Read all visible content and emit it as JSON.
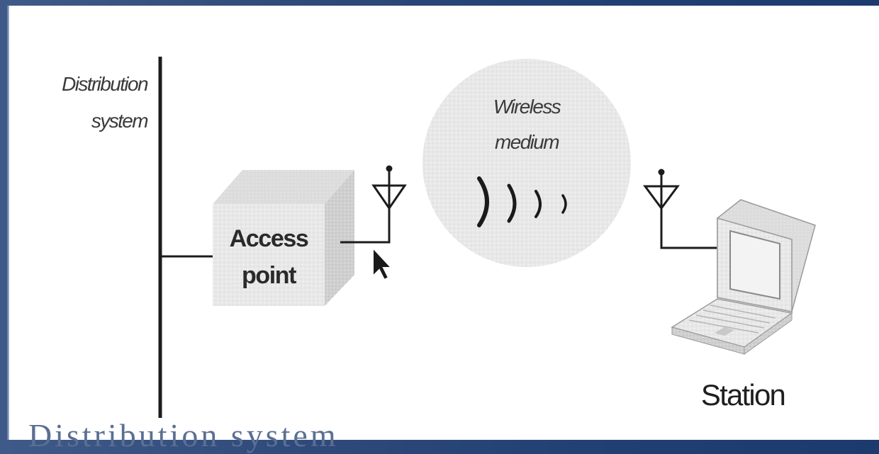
{
  "diagram": {
    "distribution_system_line1": "Distribution",
    "distribution_system_line2": "system",
    "access_point_line1": "Access",
    "access_point_line2": "point",
    "wireless_medium_line1": "Wireless",
    "wireless_medium_line2": "medium",
    "station_label": "Station"
  },
  "slide": {
    "bottom_heading_partial": "Distribution system"
  },
  "colors": {
    "background": "#2a4678",
    "slide": "#ffffff",
    "line": "#1c1c1c",
    "access_point_box": "#d6d6d6",
    "wireless_cloud": "#e7e7e7",
    "heading": "#5b6f93"
  }
}
